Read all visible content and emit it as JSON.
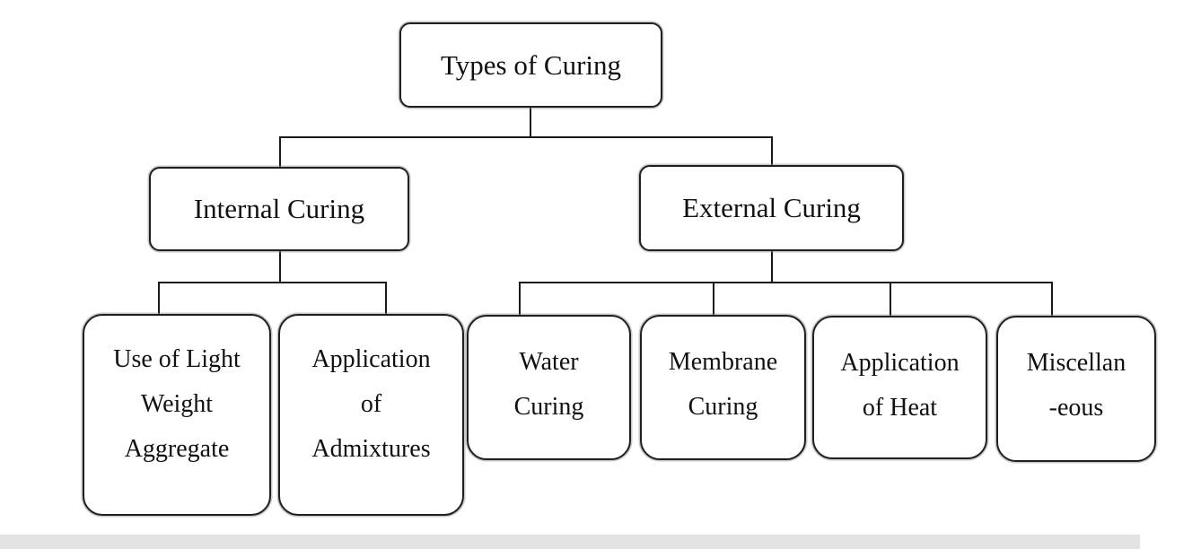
{
  "diagram": {
    "title": "Types of Curing",
    "type": "tree-flowchart",
    "nodes": {
      "root": {
        "label": "Types of Curing"
      },
      "internal": {
        "label": "Internal Curing"
      },
      "external": {
        "label": "External Curing"
      },
      "light_weight_aggregate": {
        "lines": [
          "Use of Light",
          "Weight",
          "Aggregate"
        ]
      },
      "admixtures": {
        "lines": [
          "Application",
          "of",
          "Admixtures"
        ]
      },
      "water": {
        "lines": [
          "Water",
          "Curing"
        ]
      },
      "membrane": {
        "lines": [
          "Membrane",
          "Curing"
        ]
      },
      "heat": {
        "lines": [
          "Application",
          "of Heat"
        ]
      },
      "miscellaneous": {
        "lines": [
          "Miscellan",
          "-eous"
        ]
      }
    },
    "edges": [
      "root->internal",
      "root->external",
      "internal->light_weight_aggregate",
      "internal->admixtures",
      "external->water",
      "external->membrane",
      "external->heat",
      "external->miscellaneous"
    ],
    "colors": {
      "line": "#1a1a1a",
      "box_border": "#1f1f1f",
      "box_fill": "#ffffff",
      "text": "#111111",
      "footer_band": "#e3e3e3"
    }
  }
}
